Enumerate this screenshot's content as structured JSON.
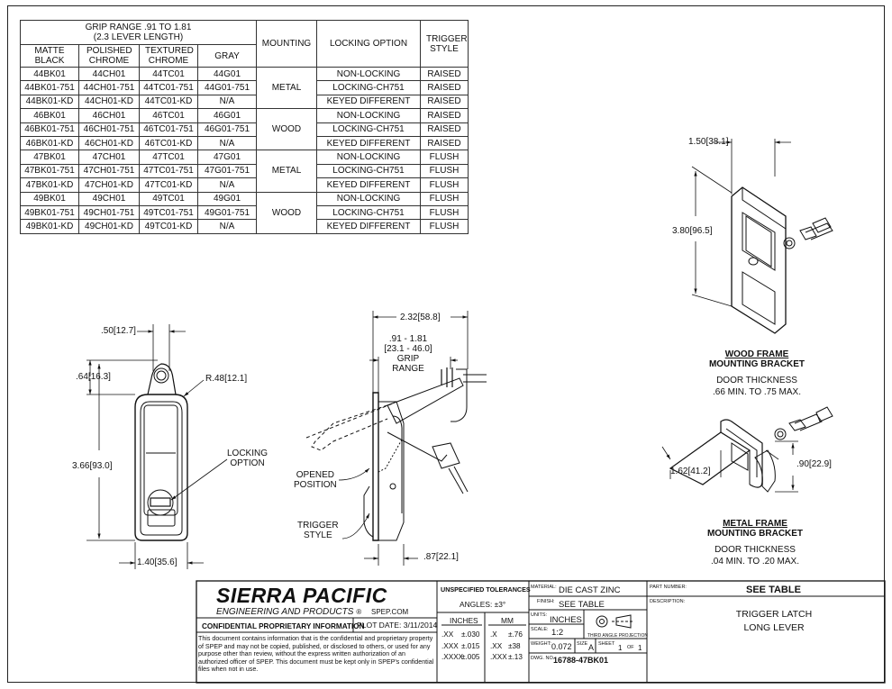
{
  "table": {
    "header_group": "GRIP RANGE .91 TO 1.81",
    "header_group_sub": "(2.3 LEVER LENGTH)",
    "col_matte": "MATTE BLACK",
    "col_polished": "POLISHED CHROME",
    "col_textured": "TEXTURED CHROME",
    "col_gray": "GRAY",
    "col_mounting": "MOUNTING",
    "col_locking": "LOCKING OPTION",
    "col_trigger": "TRIGGER STYLE",
    "rows": [
      [
        "44BK01",
        "44CH01",
        "44TC01",
        "44G01",
        "",
        "NON-LOCKING",
        "RAISED"
      ],
      [
        "44BK01-751",
        "44CH01-751",
        "44TC01-751",
        "44G01-751",
        "METAL",
        "LOCKING-CH751",
        "RAISED"
      ],
      [
        "44BK01-KD",
        "44CH01-KD",
        "44TC01-KD",
        "N/A",
        "",
        "KEYED DIFFERENT",
        "RAISED"
      ],
      [
        "46BK01",
        "46CH01",
        "46TC01",
        "46G01",
        "",
        "NON-LOCKING",
        "RAISED"
      ],
      [
        "46BK01-751",
        "46CH01-751",
        "46TC01-751",
        "46G01-751",
        "WOOD",
        "LOCKING-CH751",
        "RAISED"
      ],
      [
        "46BK01-KD",
        "46CH01-KD",
        "46TC01-KD",
        "N/A",
        "",
        "KEYED DIFFERENT",
        "RAISED"
      ],
      [
        "47BK01",
        "47CH01",
        "47TC01",
        "47G01",
        "",
        "NON-LOCKING",
        "FLUSH"
      ],
      [
        "47BK01-751",
        "47CH01-751",
        "47TC01-751",
        "47G01-751",
        "METAL",
        "LOCKING-CH751",
        "FLUSH"
      ],
      [
        "47BK01-KD",
        "47CH01-KD",
        "47TC01-KD",
        "N/A",
        "",
        "KEYED DIFFERENT",
        "FLUSH"
      ],
      [
        "49BK01",
        "49CH01",
        "49TC01",
        "49G01",
        "",
        "NON-LOCKING",
        "FLUSH"
      ],
      [
        "49BK01-751",
        "49CH01-751",
        "49TC01-751",
        "49G01-751",
        "WOOD",
        "LOCKING-CH751",
        "FLUSH"
      ],
      [
        "49BK01-KD",
        "49CH01-KD",
        "49TC01-KD",
        "N/A",
        "",
        "KEYED  DIFFERENT",
        "FLUSH"
      ]
    ]
  },
  "dims": {
    "front_top": ".50",
    "front_top_mm": "12.7",
    "front_eye": ".64",
    "front_eye_mm": "16.3",
    "radius": "R.48",
    "radius_mm": "12.1",
    "front_height": "3.66",
    "front_height_mm": "93.0",
    "front_width": "1.40",
    "front_width_mm": "35.6",
    "locking_option_1": "LOCKING",
    "locking_option_2": "OPTION",
    "side_width": "2.32",
    "side_width_mm": "58.8",
    "grip_1": ".91 - 1.81",
    "grip_2": "[23.1 - 46.0]",
    "grip_3": "GRIP",
    "grip_4": "RANGE",
    "opened_1": "OPENED",
    "opened_2": "POSITION",
    "trigger_1": "TRIGGER",
    "trigger_2": "STYLE",
    "side_bottom": ".87",
    "side_bottom_mm": "22.1",
    "wood_width": "1.50",
    "wood_width_mm": "38.1",
    "wood_height": "3.80",
    "wood_height_mm": "96.5",
    "metal_width": "1.62",
    "metal_width_mm": "41.2",
    "metal_height": ".90",
    "metal_height_mm": "22.9"
  },
  "brackets": {
    "wood_title_1": "WOOD FRAME",
    "wood_title_2": "MOUNTING BRACKET",
    "wood_door": "DOOR THICKNESS",
    "wood_range": ".66 MIN. TO .75 MAX.",
    "metal_title_1": "METAL FRAME",
    "metal_title_2": "MOUNTING BRACKET",
    "metal_door": "DOOR THICKNESS",
    "metal_range": ".04 MIN. TO .20 MAX."
  },
  "title_block": {
    "company": "SIERRA PACIFIC",
    "company_sub": "ENGINEERING AND PRODUCTS",
    "website": "SPEP.COM",
    "confidential": "CONFIDENTIAL PROPRIETARY INFORMATION",
    "plot_date": "PLOT DATE: 3/11/2014",
    "disclaimer": "This document contains information that is the confidential and proprietary property of SPEP and may not be copied, published, or disclosed to others, or used for any purpose other than review, without the express written authorization of an authorized officer of SPEP. This document must be kept only in SPEP's confidential files when not in use.",
    "tol_title": "UNSPECIFIED TOLERANCES",
    "angles": "ANGLES: ±3°",
    "inches_label": "INCHES",
    "mm_label": "MM",
    "tol_in": [
      [
        ".XX",
        "±.030"
      ],
      [
        ".XXX",
        "±.015"
      ],
      [
        ".XXXX",
        "±.005"
      ]
    ],
    "tol_mm": [
      [
        ".X",
        "±.76"
      ],
      [
        ".XX",
        "±38"
      ],
      [
        ".XXX",
        "±.13"
      ]
    ],
    "material_label": "MATERIAL:",
    "material": "DIE CAST ZINC",
    "finish_label": "FINISH:",
    "finish": "SEE TABLE",
    "units_label": "UNITS:",
    "units": "INCHES",
    "scale_label": "SCALE:",
    "scale": "1:2",
    "projection": "THIRD ANGLE PROJECTION",
    "weight_label": "WEIGHT:",
    "weight": "0.072",
    "size_label": "SIZE",
    "size": "A",
    "sheet_label": "SHEET",
    "sheet": "1",
    "of_label": "OF",
    "sheet_total": "1",
    "dwg_label": "DWG. NO.",
    "dwg": "16788-47BK01",
    "part_label": "PART NUMBER:",
    "part": "SEE TABLE",
    "desc_label": "DESCRIPTION:",
    "desc_1": "TRIGGER LATCH",
    "desc_2": "LONG LEVER"
  }
}
